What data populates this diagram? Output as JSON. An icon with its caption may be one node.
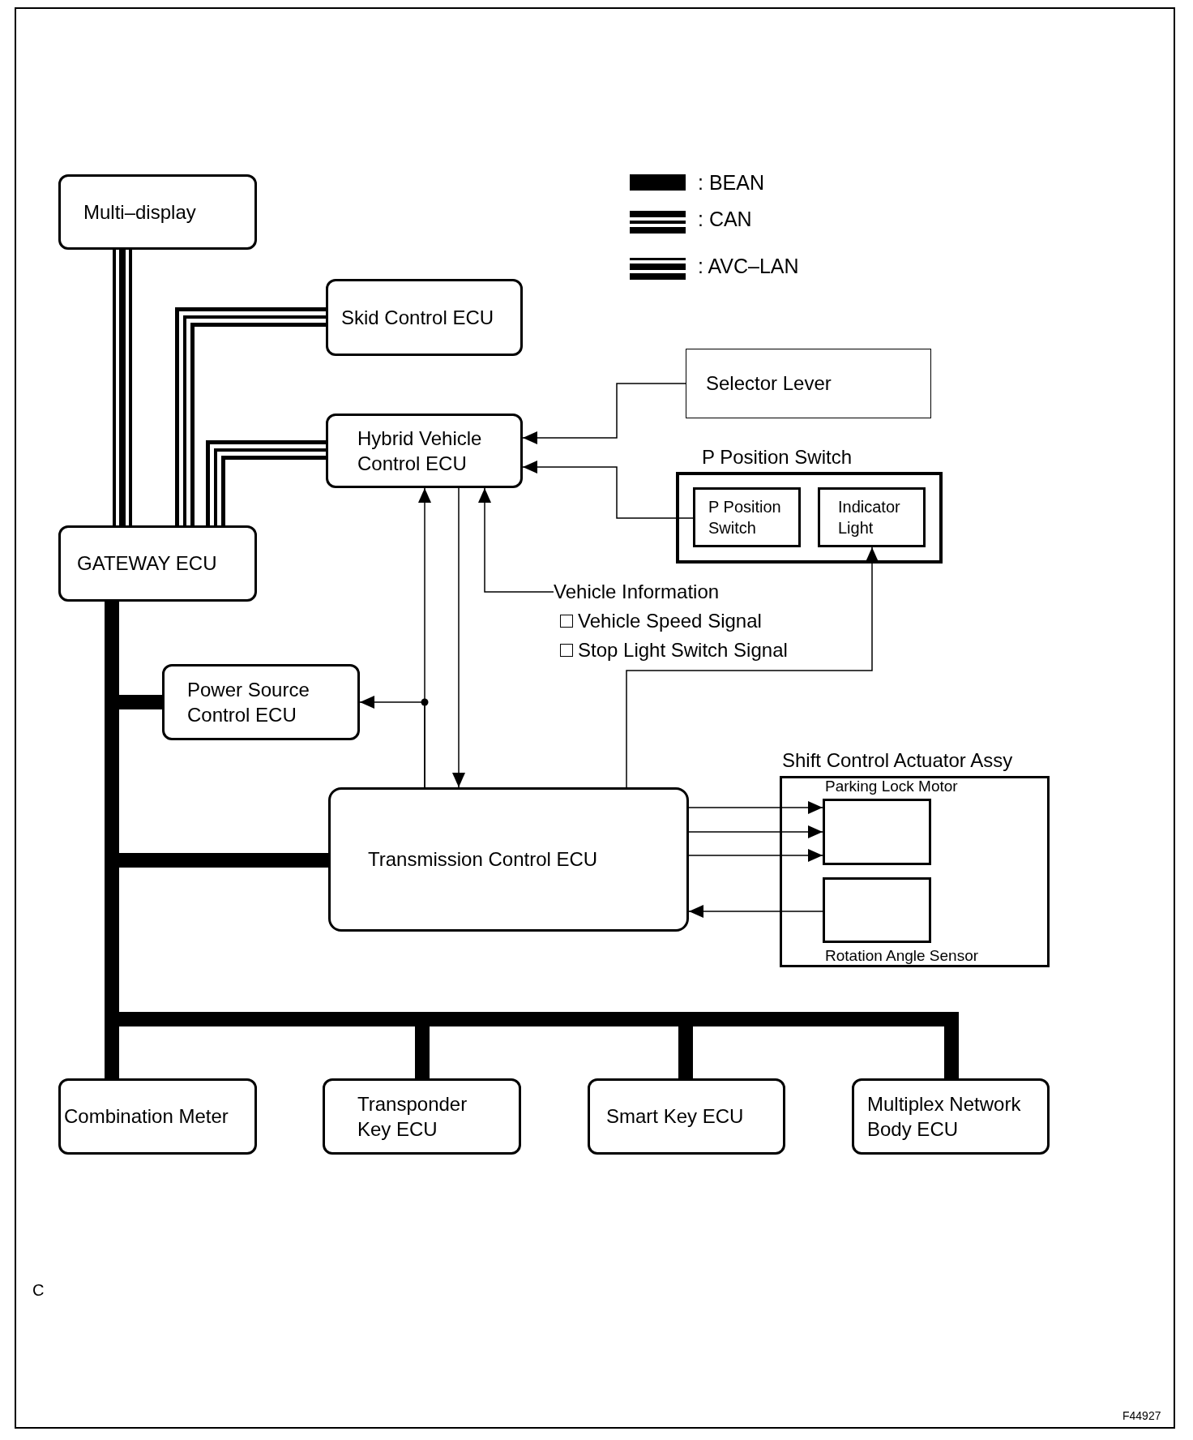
{
  "diagram": {
    "nodes": [
      {
        "text": [
          "Multi–display"
        ]
      },
      {
        "text": [
          "Skid Control ECU"
        ]
      },
      {
        "text": [
          "Selector Lever"
        ]
      },
      {
        "text": [
          "Hybrid Vehicle Control ECU"
        ]
      },
      {
        "text": [
          "P Position Switch"
        ]
      },
      {
        "text": [
          "P Position Switch"
        ],
        "in": 4
      },
      {
        "text": [
          "Indicator Light"
        ],
        "in": 4
      },
      {
        "text": [
          "GATEWAY ECU"
        ]
      },
      {
        "text": [
          "Vehicle Information",
          "Vehicle Speed Signal",
          "Stop Light Switch Signal"
        ]
      },
      {
        "text": [
          "Power Source Control ECU"
        ]
      },
      {
        "text": [
          "Transmission Control ECU"
        ]
      },
      {
        "text": [
          "Shift Control Actuator Assy"
        ]
      },
      {
        "text": [
          "Parking Lock Motor"
        ],
        "in": 11
      },
      {
        "text": [
          "Rotation Angle Sensor"
        ],
        "in": 11
      },
      {
        "text": [
          "Combination Meter"
        ]
      },
      {
        "text": [
          "Transponder Key ECU"
        ]
      },
      {
        "text": [
          "Smart Key ECU"
        ]
      },
      {
        "text": [
          "Multiplex Network Body ECU"
        ]
      }
    ],
    "edges": [
      {
        "from": 0,
        "to": 7,
        "arrow": "none",
        "style": "thick"
      },
      {
        "from": 7,
        "to": 1,
        "arrow": "none",
        "style": "thick"
      },
      {
        "from": 7,
        "to": 3,
        "arrow": "none",
        "style": "thick"
      },
      {
        "from": 7,
        "to": 9,
        "arrow": "none",
        "style": "thick"
      },
      {
        "from": 7,
        "to": 10,
        "arrow": "none",
        "style": "thick"
      },
      {
        "from": 7,
        "to": 14,
        "arrow": "none",
        "style": "thick"
      },
      {
        "from": 7,
        "to": 15,
        "arrow": "none",
        "style": "thick"
      },
      {
        "from": 7,
        "to": 16,
        "arrow": "none",
        "style": "thick"
      },
      {
        "from": 7,
        "to": 17,
        "arrow": "none",
        "style": "thick"
      },
      {
        "from": 2,
        "to": 3,
        "arrow": "to"
      },
      {
        "from": 5,
        "to": 3,
        "arrow": "to"
      },
      {
        "from": 10,
        "to": 3,
        "arrow": "to"
      },
      {
        "from": 10,
        "to": 9,
        "arrow": "to"
      },
      {
        "from": 3,
        "to": 10,
        "arrow": "to"
      },
      {
        "from": 8,
        "to": 3,
        "arrow": "to"
      },
      {
        "from": 10,
        "to": 6,
        "arrow": "to"
      },
      {
        "from": 10,
        "to": 12,
        "arrow": "to"
      },
      {
        "from": 10,
        "to": 12,
        "arrow": "to"
      },
      {
        "from": 10,
        "to": 12,
        "arrow": "to"
      },
      {
        "from": 13,
        "to": 10,
        "arrow": "to"
      }
    ],
    "labels": [
      "C",
      "F44927"
    ],
    "legend": [
      {
        "text": ": BEAN"
      },
      {
        "text": ": CAN"
      },
      {
        "text": ": AVC–LAN"
      }
    ]
  }
}
